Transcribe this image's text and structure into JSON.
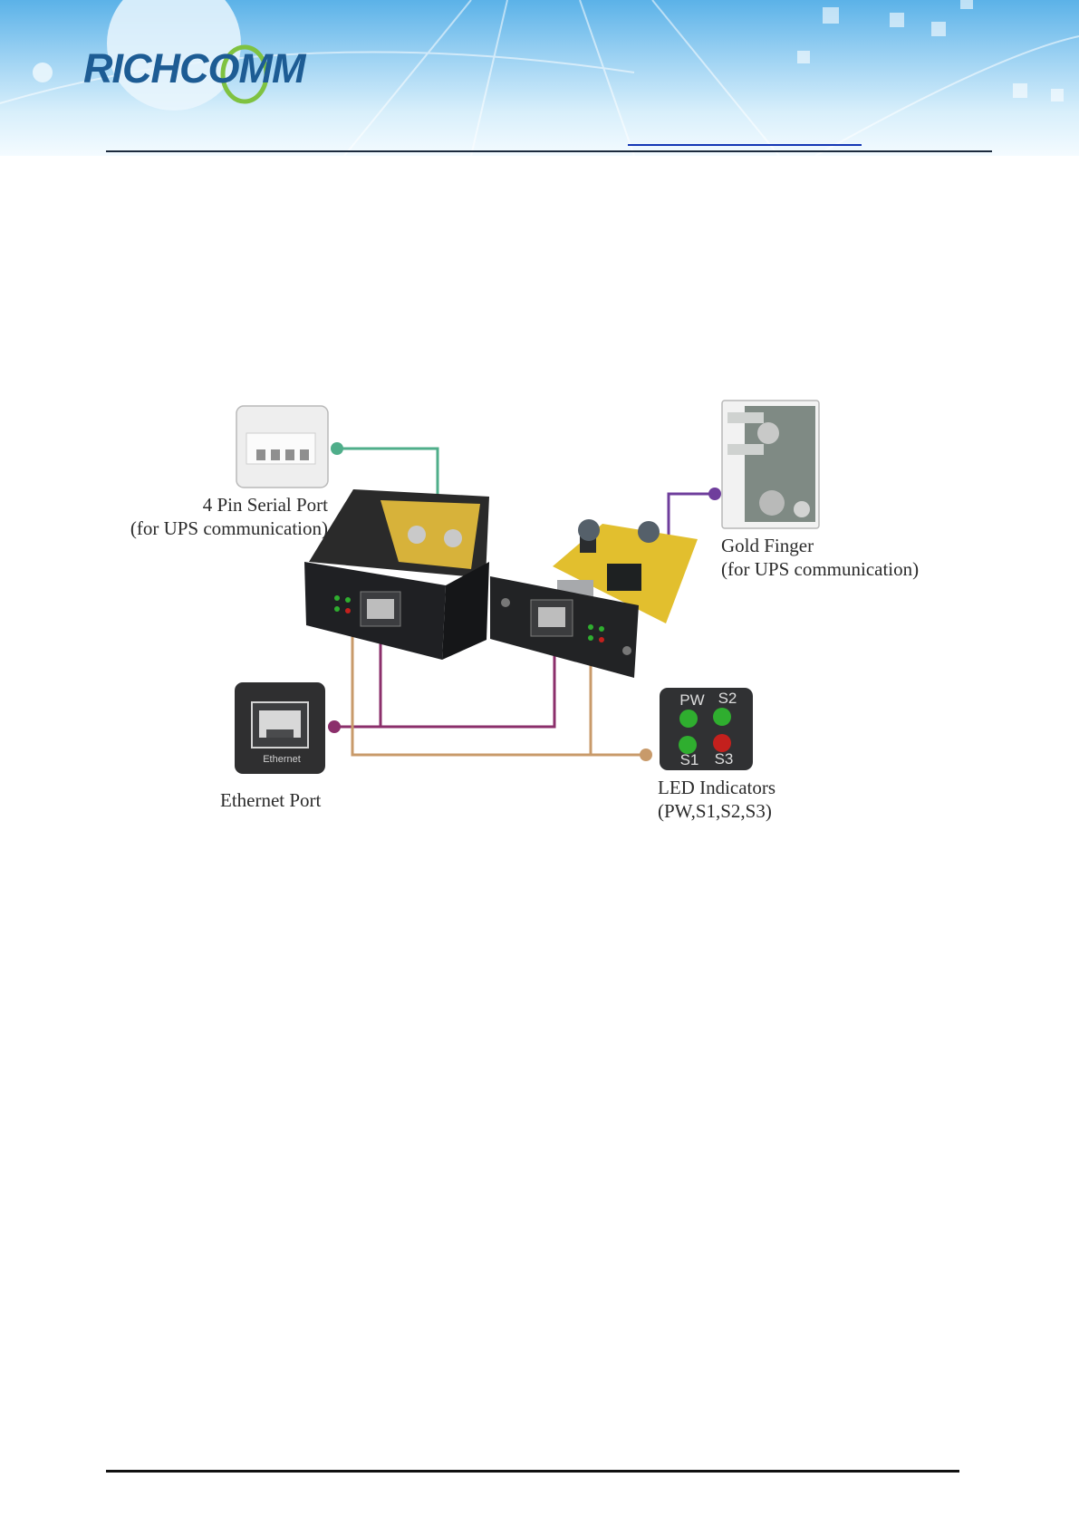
{
  "header": {
    "logo_text": "RICHCOMM"
  },
  "colors": {
    "serial_line": "#4fae8a",
    "ethernet_line": "#8b2f6b",
    "gold_finger_line": "#6f3e9c",
    "led_line": "#c89a6a",
    "led_green": "#2fae2f",
    "led_red": "#c4201d"
  },
  "diagram": {
    "serial_port": {
      "title": "4 Pin Serial Port",
      "subtitle": "(for UPS communication)"
    },
    "gold_finger": {
      "title": "Gold Finger",
      "subtitle": "(for UPS communication)"
    },
    "ethernet_port": {
      "title": "Ethernet Port",
      "jack_label": "Ethernet"
    },
    "led_indicators": {
      "title": "LED Indicators",
      "subtitle": "(PW,S1,S2,S3)",
      "leds": [
        {
          "name": "PW",
          "color": "green"
        },
        {
          "name": "S2",
          "color": "green"
        },
        {
          "name": "S1",
          "color": "green"
        },
        {
          "name": "S3",
          "color": "red"
        }
      ]
    }
  }
}
